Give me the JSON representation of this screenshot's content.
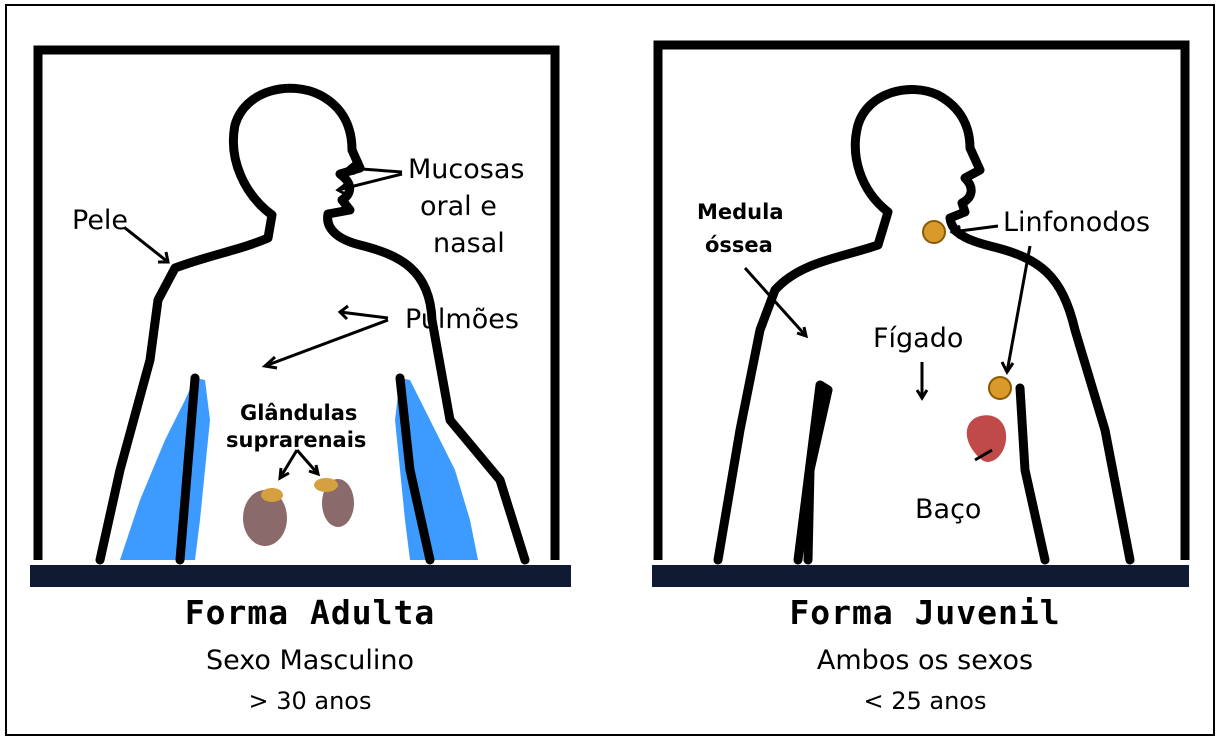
{
  "panels": [
    {
      "labels": {
        "pele": "Pele",
        "mucosas_line1": "Mucosas",
        "mucosas_line2": "oral e",
        "mucosas_line3": "nasal",
        "pulmoes": "Pulmões",
        "glandulas_line1": "Glândulas",
        "glandulas_line2": "suprarenais"
      },
      "caption": {
        "title": "Forma Adulta",
        "subtitle": "Sexo Masculino",
        "age": "> 30 anos"
      }
    },
    {
      "labels": {
        "medula_line1": "Medula",
        "medula_line2": "óssea",
        "linfonodos": "Linfonodos",
        "figado": "Fígado",
        "baco": "Baço"
      },
      "caption": {
        "title": "Forma Juvenil",
        "subtitle": "Ambos os sexos",
        "age": "< 25 anos"
      }
    }
  ],
  "colors": {
    "outline": "#000000",
    "base_bar": "#111a33",
    "highlight_blue": "#3d9bff",
    "kidney": "#8a6a6a",
    "adrenal": "#d4a040",
    "spleen": "#c04a4a",
    "lymph_node": "#d99a2b"
  }
}
